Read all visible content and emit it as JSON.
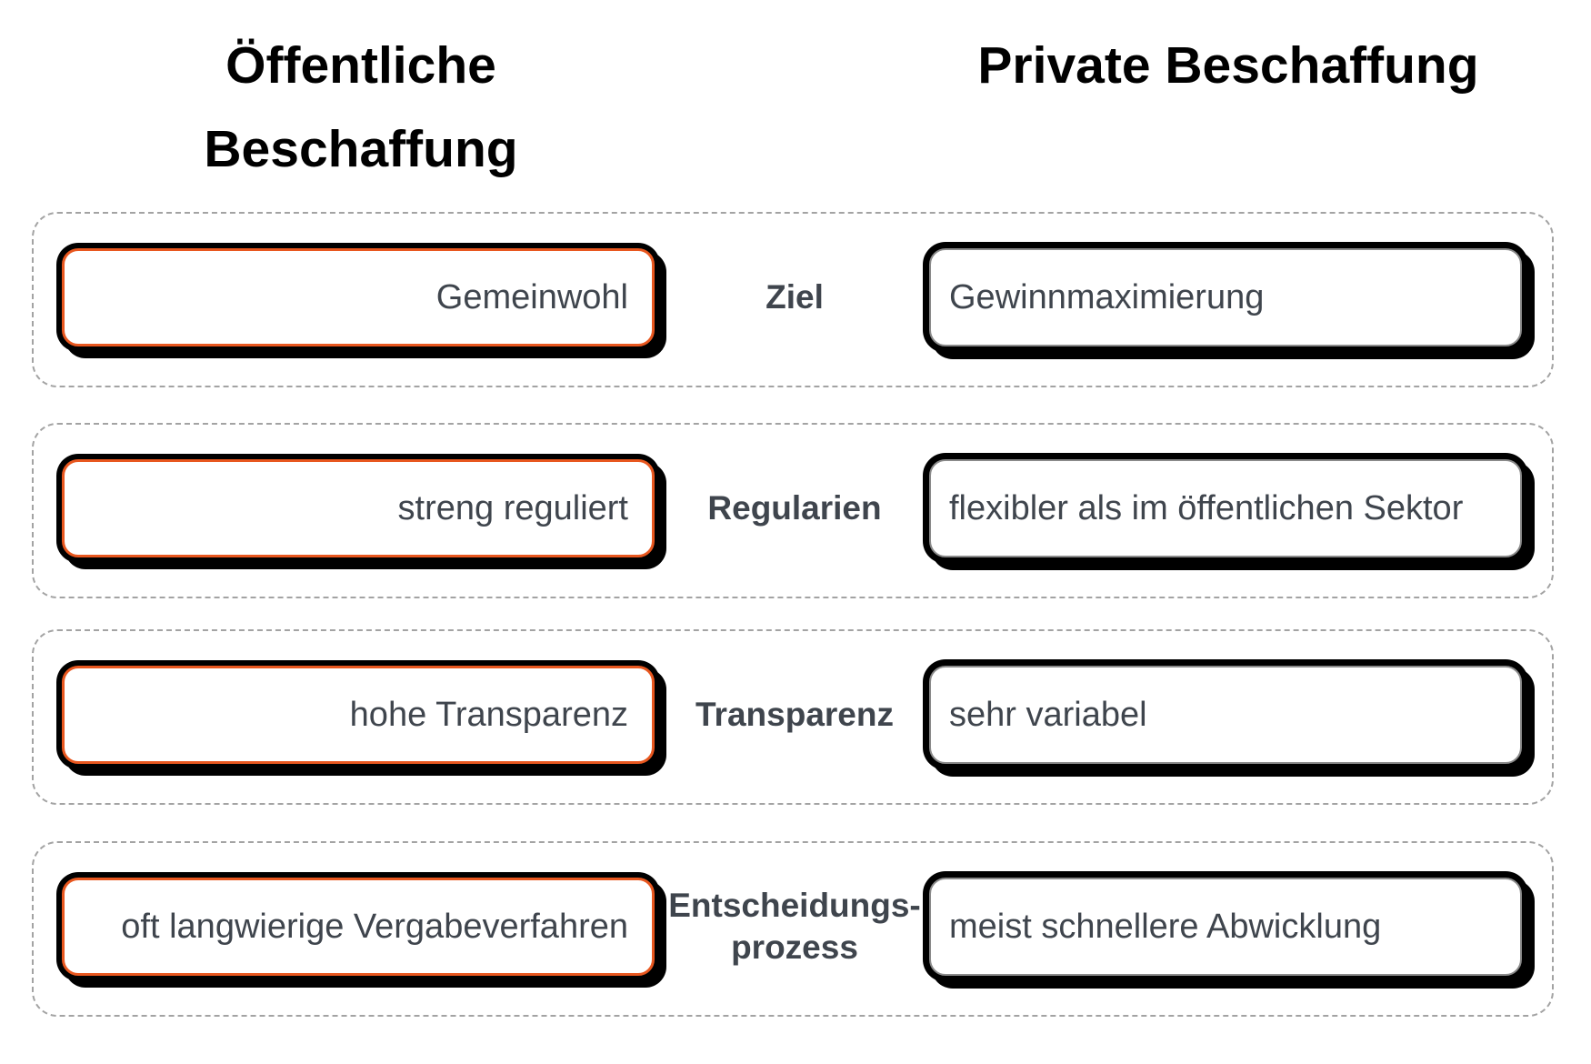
{
  "diagram": {
    "columns": {
      "public": {
        "title": "Öffentliche Beschaffung"
      },
      "private": {
        "title": "Private Beschaffung"
      }
    },
    "rows": [
      {
        "category": "Ziel",
        "public": "Gemeinwohl",
        "private": "Gewinnmaximierung"
      },
      {
        "category": "Regularien",
        "public": "streng reguliert",
        "private": "flexibler als im öffentlichen Sektor"
      },
      {
        "category": "Transparenz",
        "public": "hohe Transparenz",
        "private": "sehr variabel"
      },
      {
        "category": "Entscheidungs-prozess",
        "public": "oft langwierige Vergabeverfahren",
        "private": "meist schnellere Abwicklung"
      }
    ],
    "colors": {
      "public_box_border": "#E8571F",
      "private_box_border": "#8A8A8A",
      "outline": "#000000",
      "text": "#3F454D",
      "container_dash": "#A3A3A3"
    }
  }
}
